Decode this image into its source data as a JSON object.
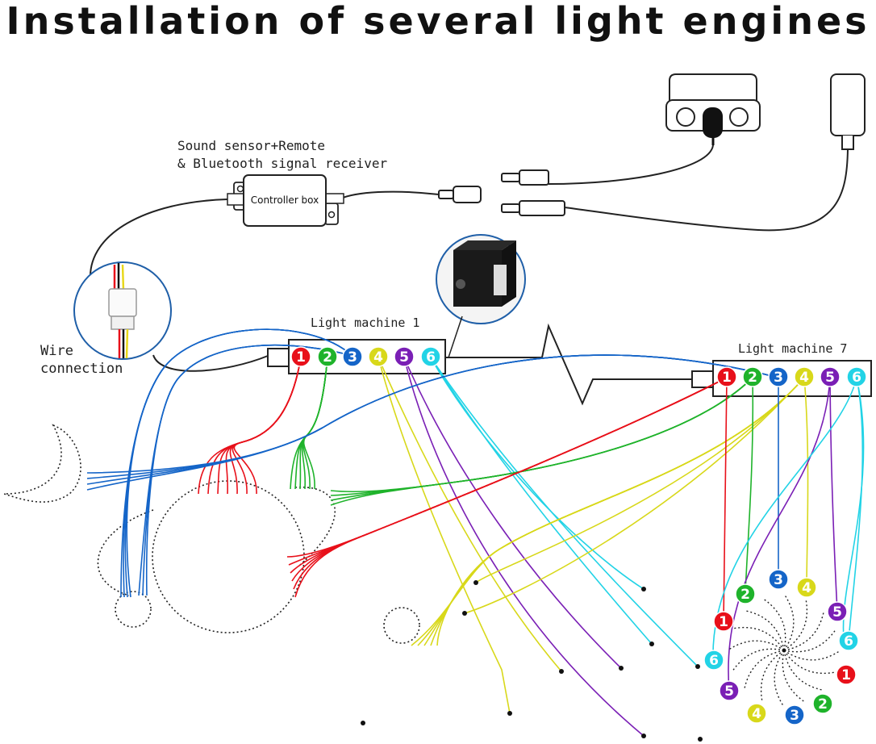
{
  "title": "Installation of several light engines",
  "labels": {
    "receiver_line1": "Sound sensor+Remote",
    "receiver_line2": "& Bluetooth signal receiver",
    "controller_box": "Controller box",
    "wire_line1": "Wire",
    "wire_line2": "connection",
    "machine_1": "Light machine 1",
    "machine_7": "Light machine 7"
  },
  "ports": [
    "1",
    "2",
    "3",
    "4",
    "5",
    "6"
  ],
  "colors": {
    "1": "#e8101a",
    "2": "#1fb32b",
    "3": "#1565c8",
    "4": "#d8d81a",
    "5": "#7a1fb5",
    "6": "#22d3e6"
  },
  "star_labels": [
    "6",
    "1",
    "2",
    "3",
    "4",
    "5",
    "6",
    "1",
    "2",
    "3",
    "4",
    "5"
  ]
}
